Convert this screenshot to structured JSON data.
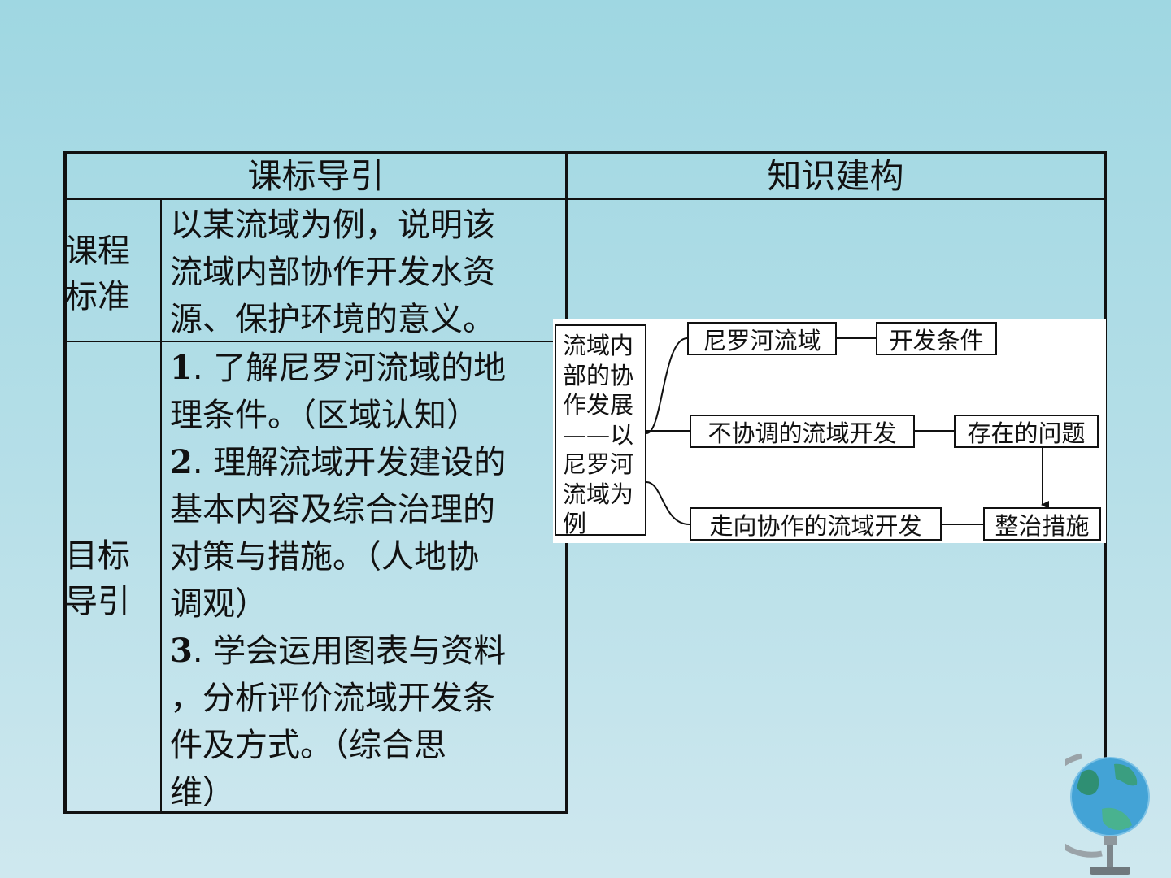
{
  "table": {
    "header_left": "课标导引",
    "header_right": "知识建构",
    "row1_label": "课程标准",
    "row1_text_lines": [
      "以某流域为例，说明该",
      "流域内部协作开发水资",
      "源、保护环境的意义。"
    ],
    "row2_label": "目标导引",
    "goals": [
      {
        "num": "1",
        "lines": [
          ". 了解尼罗河流域的地",
          "理条件。（区域认知）"
        ]
      },
      {
        "num": "2",
        "lines": [
          ". 理解流域开发建设的",
          "基本内容及综合治理的",
          "对策与措施。（人地协",
          "调观）"
        ]
      },
      {
        "num": "3",
        "lines": [
          ". 学会运用图表与资料",
          "，分析评价流域开发条",
          "件及方式。（综合思",
          "维）"
        ]
      }
    ]
  },
  "diagram": {
    "main": "流域内部的协作发展——以尼罗河流域为例",
    "branch1": "尼罗河流域",
    "branch1_child": "开发条件",
    "branch2": "不协调的流域开发",
    "branch2_child": "存在的问题",
    "branch3": "走向协作的流域开发",
    "branch3_child": "整治措施"
  },
  "colors": {
    "background_top": "#9fd7e2",
    "background_bottom": "#cfe8ef",
    "border": "#111111"
  }
}
